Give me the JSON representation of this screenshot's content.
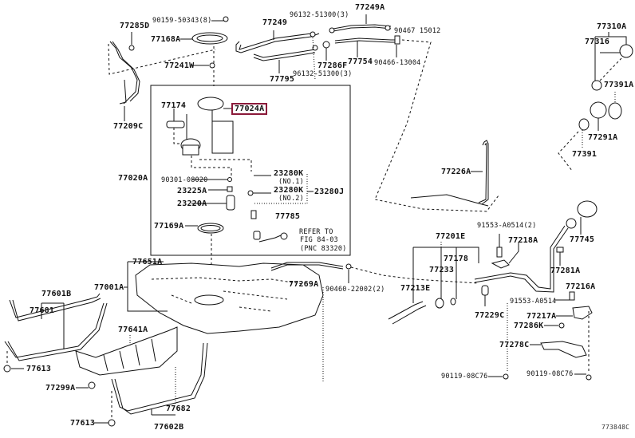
{
  "diagram": {
    "title": "Fuel tank & fuel pump parts diagram",
    "highlight_color": "#8b1a3a",
    "figure_code": "773848C",
    "labels": {
      "p77285D": "77285D",
      "p90159": "90159-50343(8)",
      "p77168A": "77168A",
      "p77249": "77249",
      "p96132a": "96132-51300(3)",
      "p77249A": "77249A",
      "p90467": "90467 15012",
      "p77241W": "77241W",
      "p77286F": "77286F",
      "p77754": "77754",
      "p90466": "90466-13004",
      "p77795": "77795",
      "p96132b": "96132-51300(3)",
      "p77209C": "77209C",
      "p77174": "77174",
      "p77024A": "77024A",
      "p77020A": "77020A",
      "p90301": "90301-08020",
      "p23225A": "23225A",
      "p23220A": "23220A",
      "p23280K1": "23280K",
      "p23280K1_note": "(NO.1)",
      "p23280K2": "23280K",
      "p23280K2_note": "(NO.2)",
      "p23280J": "23280J",
      "p77785": "77785",
      "p77169A": "77169A",
      "refer1": "REFER TO",
      "refer2": "FIG 84-03",
      "refer3": "(PNC 83320)",
      "p77310A": "77310A",
      "p77316": "77316",
      "p77391A": "77391A",
      "p77291A": "77291A",
      "p77391": "77391",
      "p77226A": "77226A",
      "p77745": "77745",
      "p91553a": "91553-A0514(2)",
      "p77218A": "77218A",
      "p77201E": "77201E",
      "p77178": "77178",
      "p77233": "77233",
      "p77281A": "77281A",
      "p77213E": "77213E",
      "p77216A": "77216A",
      "p91553b": "91553-A0514",
      "p77229C": "77229C",
      "p77217A": "77217A",
      "p77286K": "77286K",
      "p77278C": "77278C",
      "p90119a": "90119-08C76",
      "p90119b": "90119-08C76",
      "p77651A": "77651A",
      "p77001A": "77001A",
      "p77269A": "77269A",
      "p90460": "90460-22002(2)",
      "p77601B": "77601B",
      "p77681": "77681",
      "p77613a": "77613",
      "p77641A": "77641A",
      "p77299A": "77299A",
      "p77682": "77682",
      "p77613b": "77613",
      "p77602B": "77602B"
    }
  }
}
